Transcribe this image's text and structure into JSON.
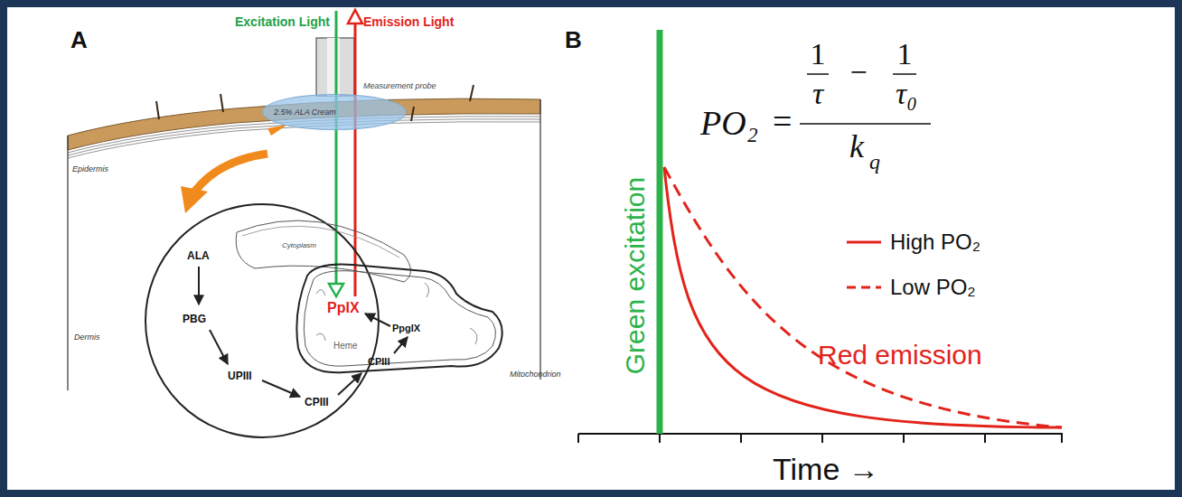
{
  "diagram": {
    "nodes": [
      {
        "text": [
          "2.5% ALA Cream"
        ]
      },
      {
        "text": [
          "Cytoplasm",
          "ALA",
          "PBG",
          "UPIII",
          "CPIII"
        ]
      },
      {
        "text": [
          "PpIX",
          "PpgIX",
          "Heme",
          "CPIII",
          "Mitochondrion"
        ],
        "in": 1
      }
    ],
    "labels": [
      "A",
      "Excitation Light",
      "Emission Light",
      "Measurement probe",
      "Epidermis",
      "Dermis",
      "B",
      "PO₂",
      "=",
      "1",
      "τ",
      "−",
      "1",
      "τ₀",
      "k",
      "q",
      "Green excitation",
      "Red emission",
      "Time →"
    ],
    "legend": [
      {
        "text": "High PO₂"
      },
      {
        "text": "Low PO₂"
      }
    ]
  }
}
